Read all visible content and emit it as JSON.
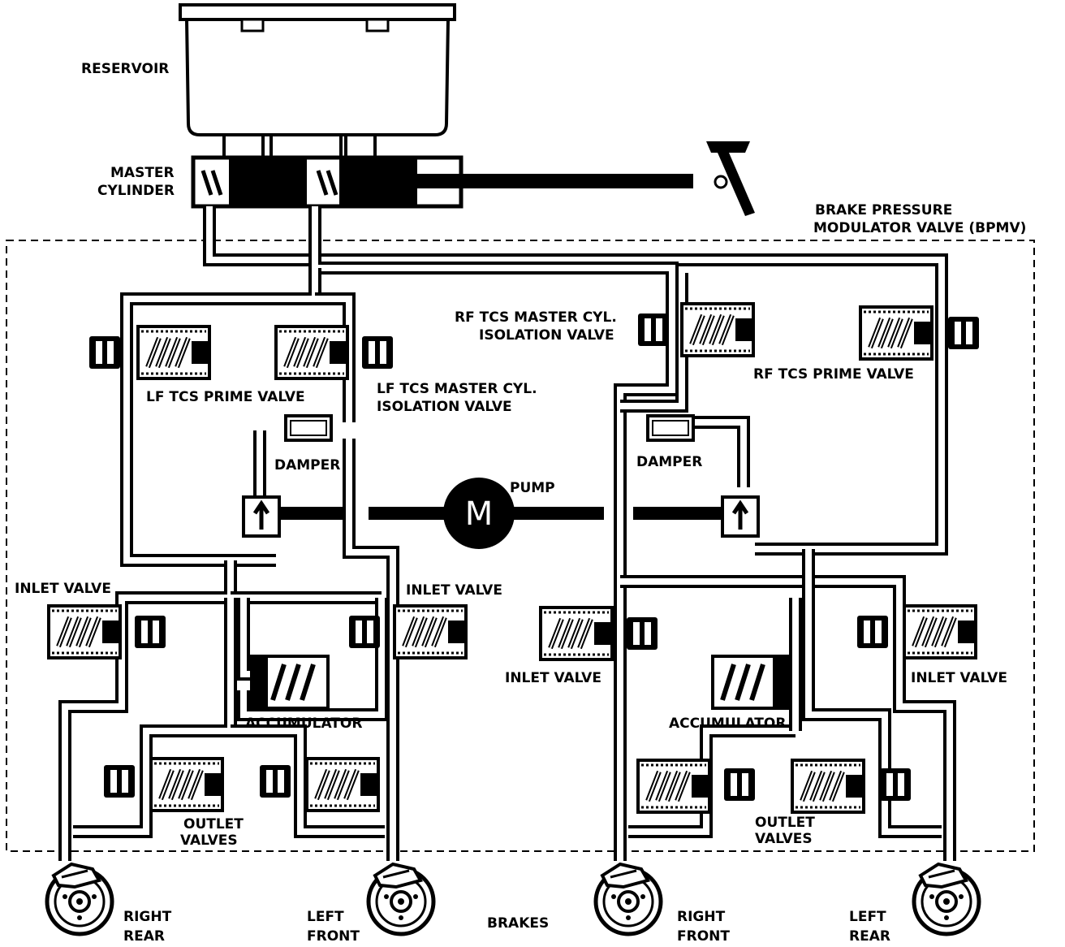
{
  "labels": {
    "reservoir": "RESERVOIR",
    "master_cylinder": [
      "MASTER",
      "CYLINDER"
    ],
    "bpmv": [
      "BRAKE PRESSURE",
      "MODULATOR VALVE (BPMV)"
    ],
    "rf_iso": [
      "RF TCS MASTER CYL.",
      "ISOLATION VALVE"
    ],
    "rf_prime": "RF TCS PRIME VALVE",
    "lf_prime": "LF TCS PRIME VALVE",
    "lf_iso": [
      "LF TCS MASTER CYL.",
      "ISOLATION VALVE"
    ],
    "damper_left": "DAMPER",
    "damper_right": "DAMPER",
    "pump": "PUMP",
    "motor": "M",
    "inlet_lr_top": "INLET VALVE",
    "inlet_lf_top": "INLET VALVE",
    "inlet_rf": "INLET VALVE",
    "inlet_rr": "INLET VALVE",
    "accumulator_left": "ACCUMULATOR",
    "accumulator_right": "ACCUMULATOR",
    "outlet_left": [
      "OUTLET",
      "VALVES"
    ],
    "outlet_right": [
      "OUTLET",
      "VALVES"
    ],
    "brakes": "BRAKES",
    "right_rear": [
      "RIGHT",
      "REAR"
    ],
    "left_front": [
      "LEFT",
      "FRONT"
    ],
    "right_front": [
      "RIGHT",
      "FRONT"
    ],
    "left_rear": [
      "LEFT",
      "REAR"
    ]
  }
}
